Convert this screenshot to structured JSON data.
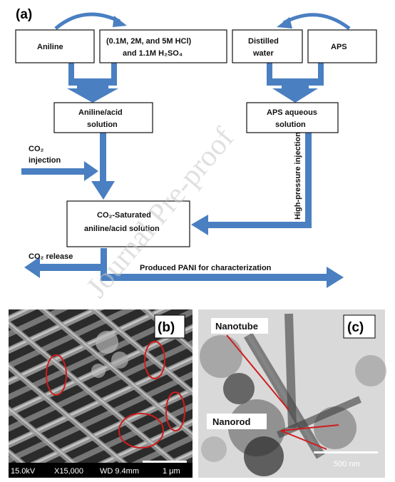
{
  "panel_a": {
    "label": "(a)",
    "boxes": {
      "aniline": "Aniline",
      "acids_line1": "(0.1M, 2M, and 5M HCl)",
      "acids_line2": "and 1.1M H₂SO₄",
      "water_line1": "Distilled",
      "water_line2": "water",
      "aps": "APS",
      "aniline_acid_line1": "Aniline/acid",
      "aniline_acid_line2": "solution",
      "aps_aq_line1": "APS aqueous",
      "aps_aq_line2": "solution",
      "saturated_line1": "CO₂-Saturated",
      "saturated_line2": "aniline/acid solution"
    },
    "labels": {
      "co2_injection_line1": "CO₂",
      "co2_injection_line2": "injection",
      "high_pressure": "High-pressure injection",
      "co2_release": "CO₂ release",
      "produced": "Produced PANI for characterization"
    },
    "colors": {
      "flow": "#4a7fc1"
    }
  },
  "panel_b": {
    "label": "(b)",
    "info": {
      "voltage": "15.0kV",
      "magnification": "X15,000",
      "wd": "WD 9.4mm",
      "scale": "1 μm"
    }
  },
  "panel_c": {
    "label": "(c)",
    "nanotube": "Nanotube",
    "nanorod": "Nanorod",
    "scale": "500 nm"
  },
  "watermark": "Journal Pre-proof"
}
